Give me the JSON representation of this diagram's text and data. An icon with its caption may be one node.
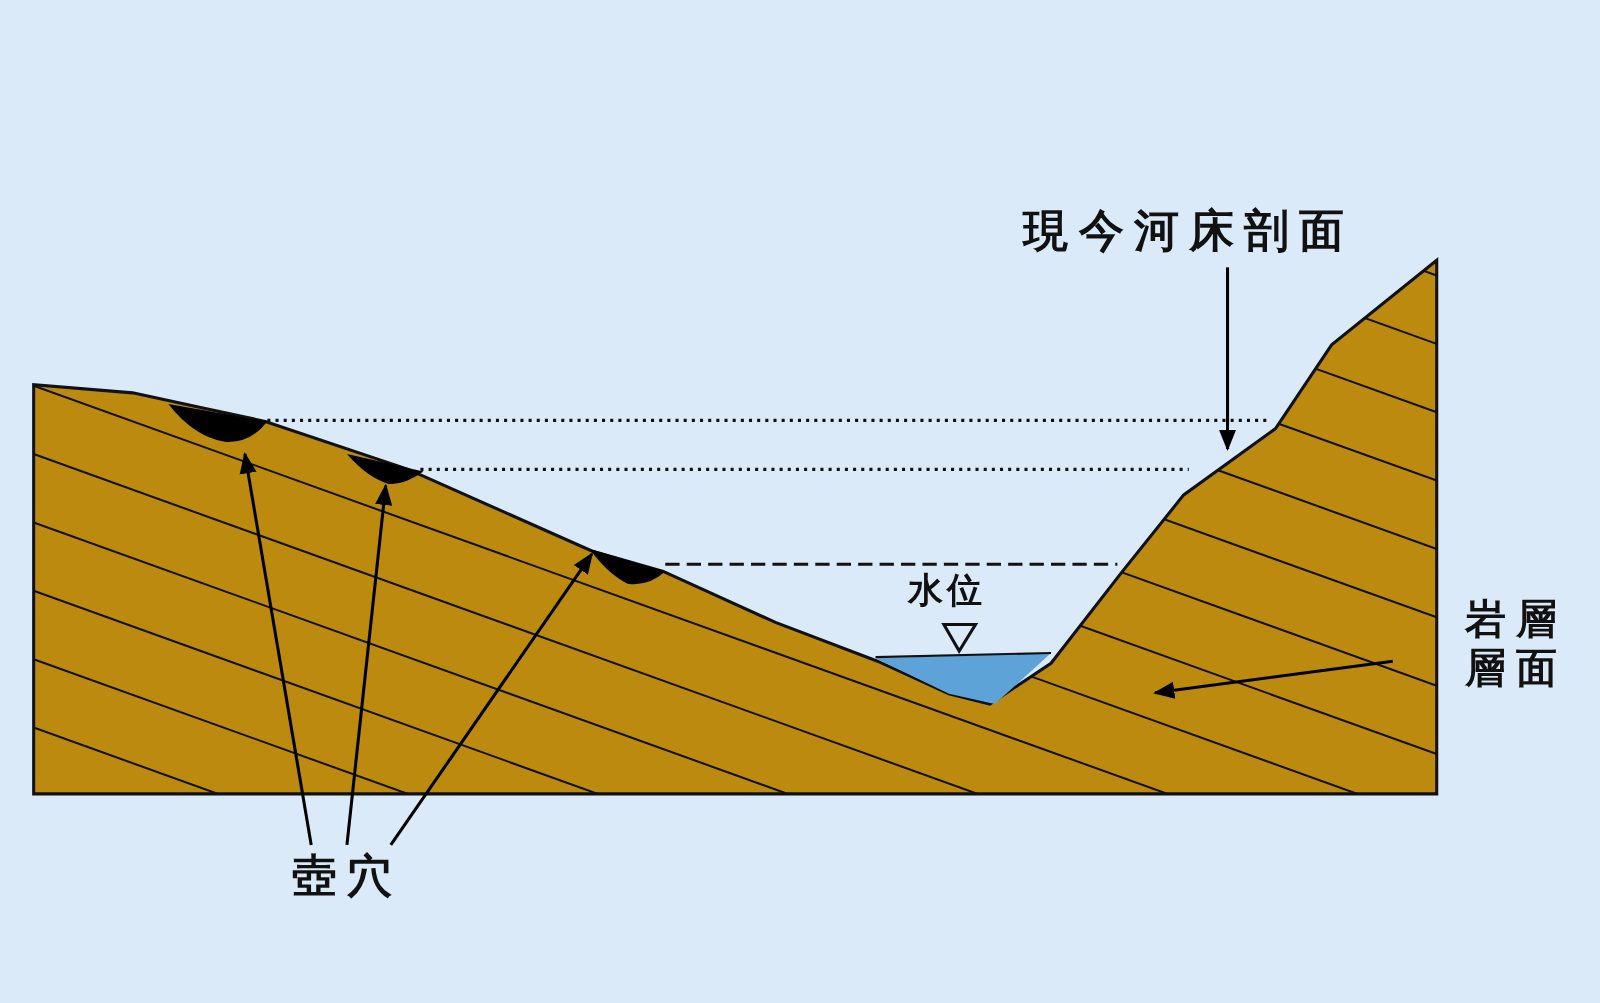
{
  "diagram": {
    "nodes": [
      {
        "text": [
          "現今河床剖面"
        ]
      },
      {
        "text": [],
        "shape": "picture"
      },
      {
        "text": [],
        "shape": "picture"
      },
      {
        "text": [],
        "shape": "picture"
      },
      {
        "text": [
          "岩層層面"
        ]
      },
      {
        "text": [
          "壺穴"
        ]
      },
      {
        "text": [],
        "shape": "water"
      }
    ],
    "edges": [
      {
        "from": 0,
        "to": null,
        "arrow": "to"
      },
      {
        "from": 4,
        "to": null,
        "arrow": "to"
      },
      {
        "from": 5,
        "to": 1,
        "arrow": "to"
      },
      {
        "from": 5,
        "to": 2,
        "arrow": "to"
      },
      {
        "from": 5,
        "to": 3,
        "arrow": "to"
      }
    ],
    "labels": [
      "水位"
    ]
  }
}
